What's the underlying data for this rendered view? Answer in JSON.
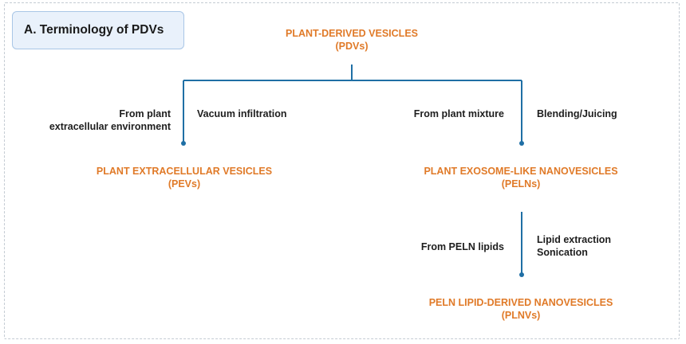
{
  "panel": {
    "title": "A. Terminology of PDVs"
  },
  "colors": {
    "node_text": "#e07a28",
    "connector": "#1f6fa5",
    "label_text": "#1e1e1e",
    "title_box_fill": "#e9f1fb",
    "title_box_border": "#a9c6e6"
  },
  "nodes": {
    "root": {
      "line1": "PLANT-DERIVED VESICLES",
      "line2": "(PDVs)"
    },
    "pev": {
      "line1": "PLANT EXTRACELLULAR VESICLES",
      "line2": "(PEVs)"
    },
    "peln": {
      "line1": "PLANT EXOSOME-LIKE NANOVESICLES",
      "line2": "(PELNs)"
    },
    "plnv": {
      "line1": "PELN LIPID-DERIVED NANOVESICLES",
      "line2": "(PLNVs)"
    }
  },
  "edges": {
    "to_pev": {
      "source_line1": "From plant",
      "source_line2": "extracellular environment",
      "method": "Vacuum infiltration"
    },
    "to_peln": {
      "source": "From plant mixture",
      "method": "Blending/Juicing"
    },
    "to_plnv": {
      "source": "From PELN lipids",
      "method_line1": "Lipid extraction",
      "method_line2": "Sonication"
    }
  }
}
